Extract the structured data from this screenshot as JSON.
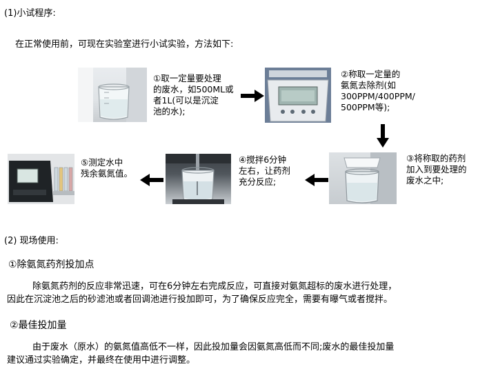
{
  "section1": {
    "heading": "(1)小试程序:",
    "intro": "在正常使用前，可现在实验室进行小试实验，方法如下:",
    "steps": [
      {
        "lines": [
          "①取一定量要处理",
          "的废水，如500ML或",
          "者1L(可以是沉淀",
          "池的水);"
        ]
      },
      {
        "lines": [
          "②称取一定量的",
          "氨氮去除剂(如",
          "300PPM/400PPM/",
          "500PPM等);"
        ]
      },
      {
        "lines": [
          "③将称取的药剂",
          "加入到要处理的",
          "废水之中;"
        ]
      },
      {
        "lines": [
          "④搅拌6分钟",
          "左右，让药剂",
          "充分反应;"
        ]
      },
      {
        "lines": [
          "⑤测定水中",
          "残余氨氮值。"
        ]
      }
    ]
  },
  "section2": {
    "heading": "(2) 现场使用:",
    "sub1": {
      "title": "①除氨氮药剂投加点",
      "line1": "除氨氮药剂的反应非常迅速，可在6分钟左右完成反应，可直接对氨氮超标的废水进行处理，",
      "line2": "因此在沉淀池之后的砂滤池或者回调池进行投加即可，为了确保反应完全，需要有曝气或者搅拌。"
    },
    "sub2": {
      "title": "②最佳投加量",
      "line1": "由于废水（原水）的氨氮值高低不一样，因此投加量会因氨氮高低而不同;废水的最佳投加量",
      "line2": "建议通过实验确定，并最终在使用中进行调整。"
    }
  }
}
